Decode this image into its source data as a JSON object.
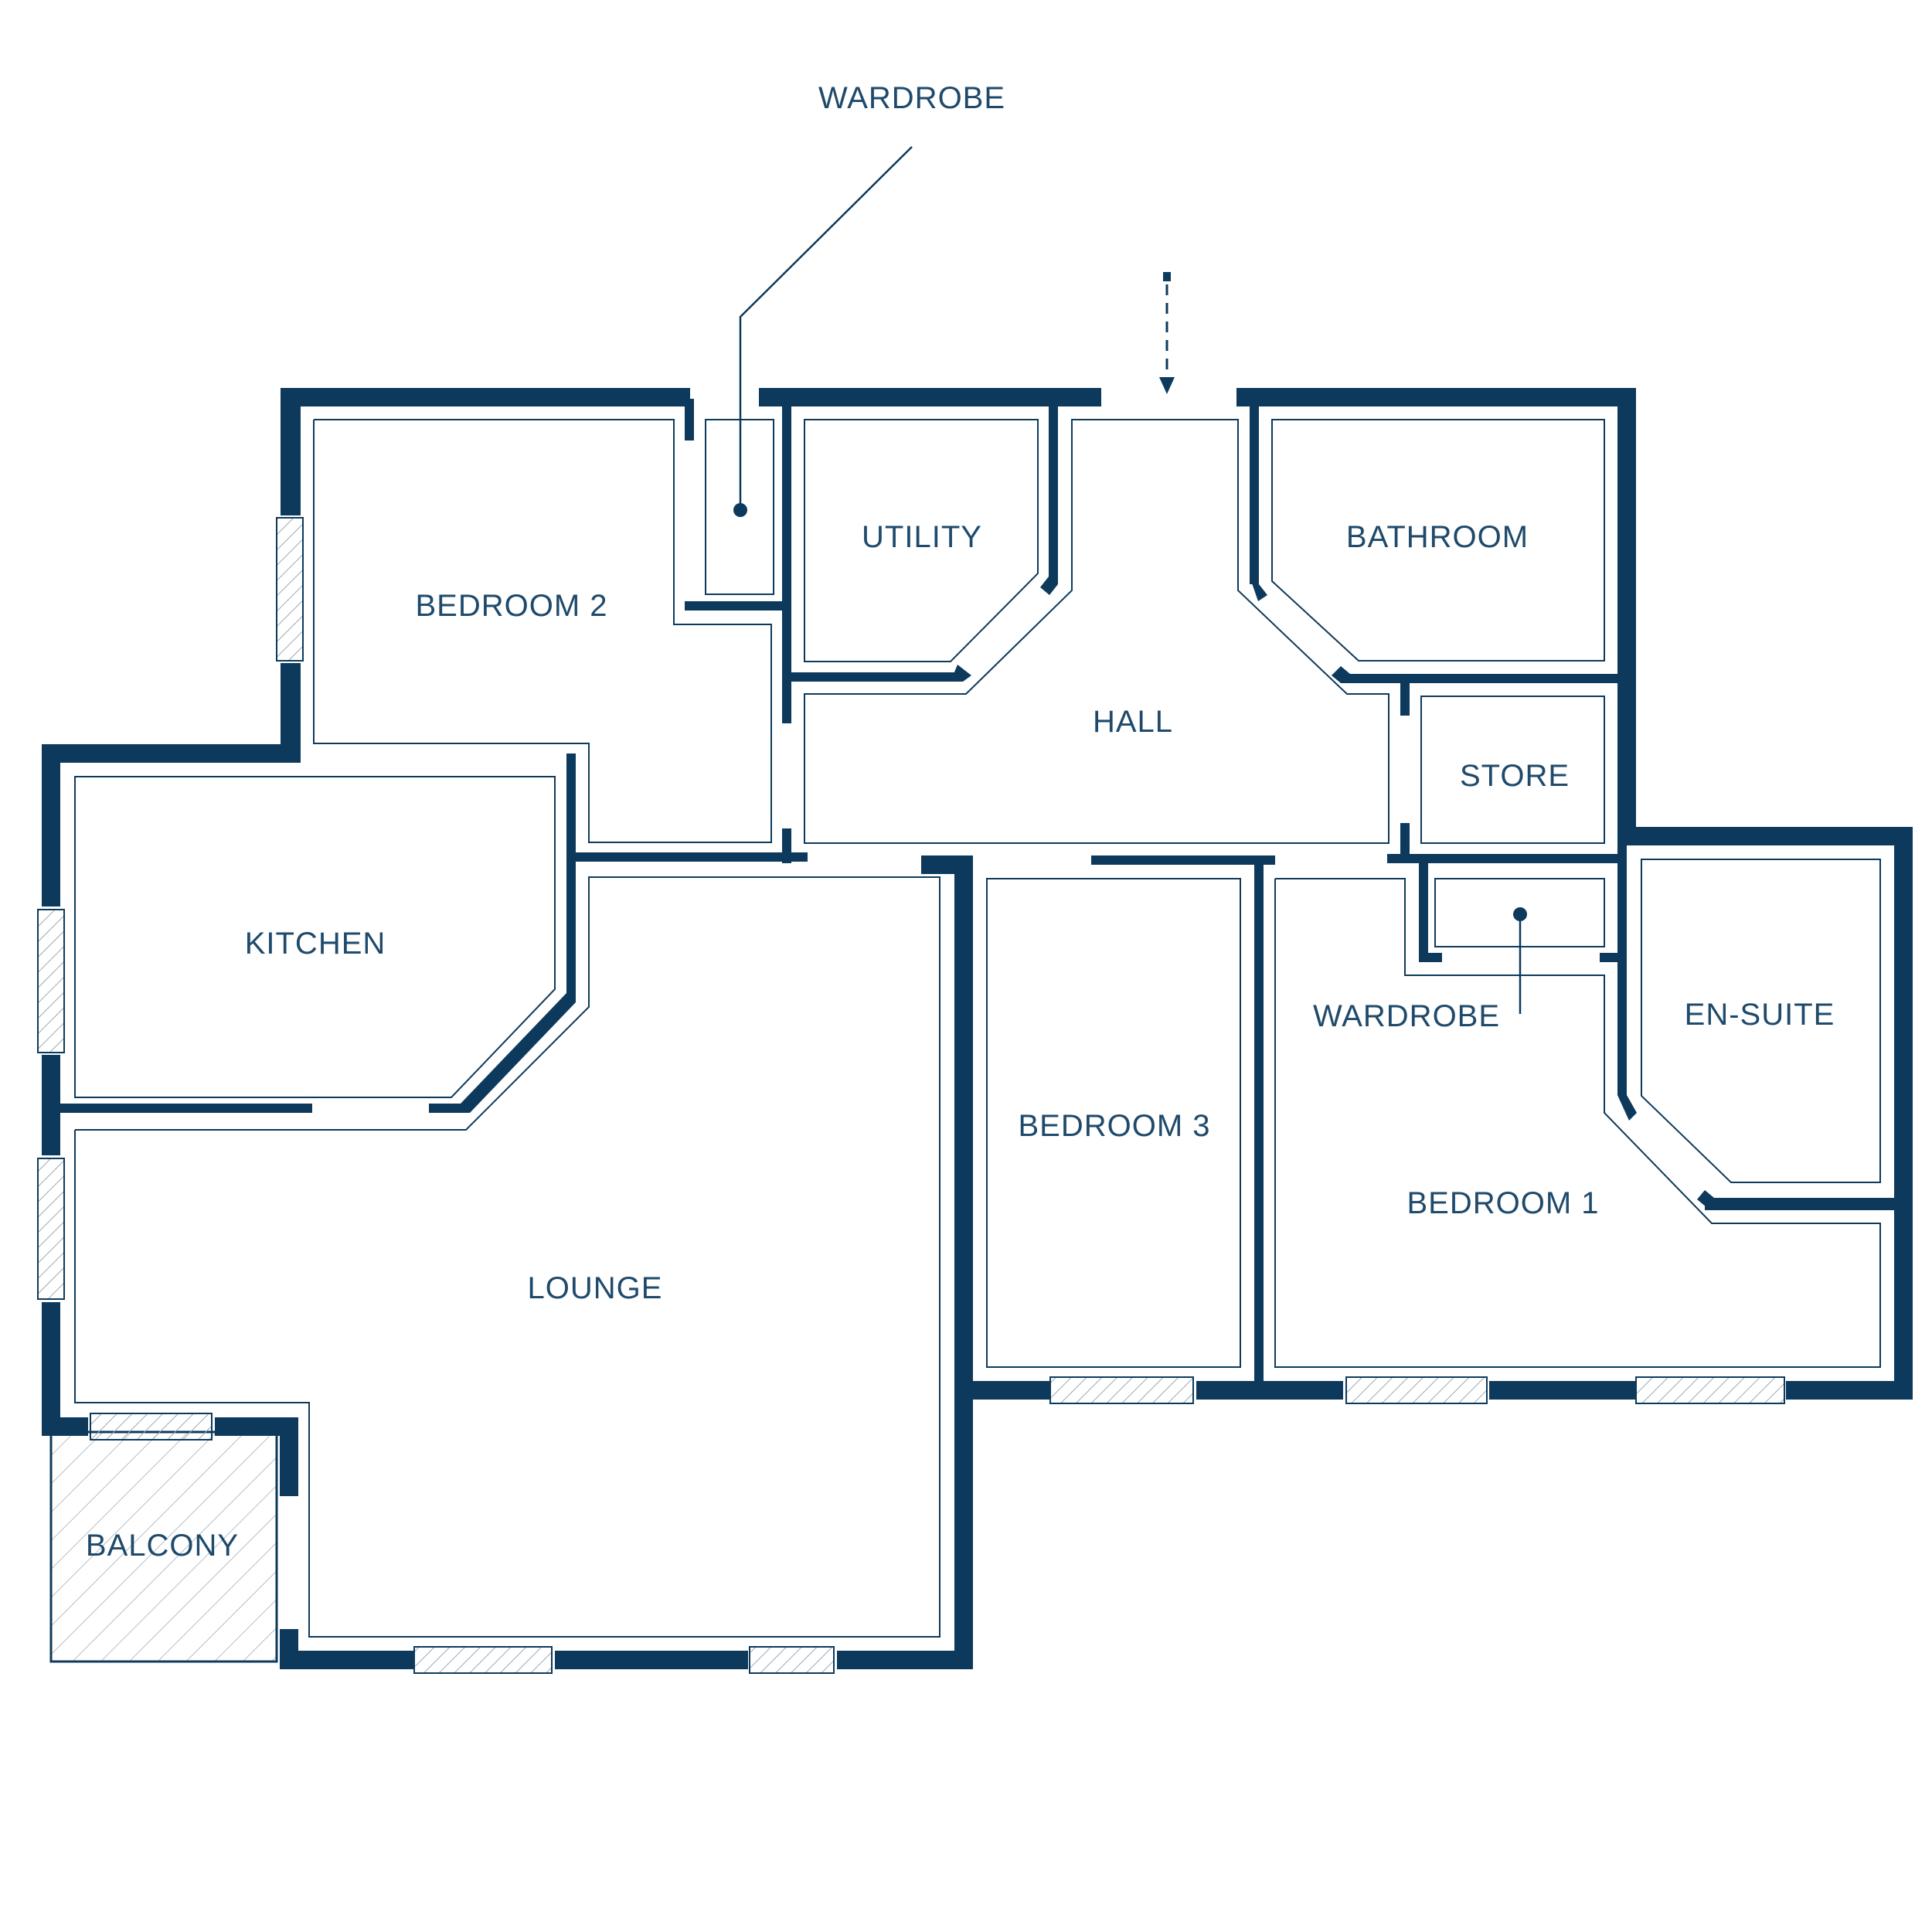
{
  "colors": {
    "wall": "#0d3a5c",
    "label": "#1f4a6b",
    "background": "#ffffff"
  },
  "labels": {
    "wardrobe_top": "WARDROBE",
    "utility": "UTILITY",
    "bathroom": "BATHROOM",
    "bedroom2": "BEDROOM 2",
    "hall": "HALL",
    "store": "STORE",
    "kitchen": "KITCHEN",
    "wardrobe_bed1": "WARDROBE",
    "en_suite": "EN-SUITE",
    "bedroom3": "BEDROOM 3",
    "bedroom1": "BEDROOM 1",
    "lounge": "LOUNGE",
    "balcony": "BALCONY"
  },
  "icons": {
    "entrance": "entrance-arrow-icon"
  }
}
